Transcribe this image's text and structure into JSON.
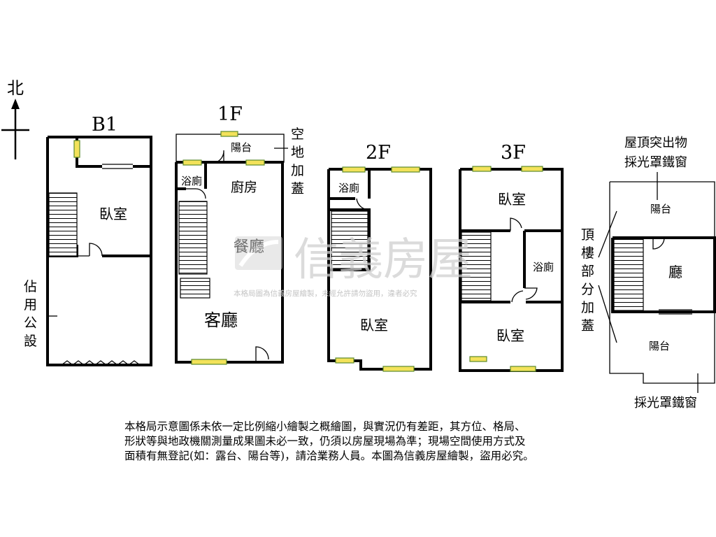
{
  "compass": {
    "label": "北"
  },
  "floors": {
    "b1": {
      "title": "B1",
      "rooms": {
        "bedroom": "臥室"
      },
      "side_note": [
        "佔",
        "用",
        "公",
        "設"
      ]
    },
    "f1": {
      "title": "1F",
      "rooms": {
        "balcony": "陽台",
        "bath": "浴廁",
        "kitchen": "廚房",
        "dining": "餐廳",
        "living": "客廳"
      },
      "side_note": [
        "空",
        "地",
        "加",
        "蓋"
      ]
    },
    "f2": {
      "title": "2F",
      "rooms": {
        "bath": "浴廁",
        "bedroom": "臥室"
      }
    },
    "f3": {
      "title": "3F",
      "rooms": {
        "bedroom_top": "臥室",
        "bath": "浴廁",
        "bedroom_bottom": "臥室"
      }
    },
    "roof": {
      "title_lines": [
        "屋頂突出物",
        "採光罩鐵窗"
      ],
      "rooms": {
        "balcony_top": "陽台",
        "hall": "廳",
        "balcony_bottom": "陽台"
      },
      "side_note": [
        "頂",
        "樓",
        "部",
        "分",
        "加",
        "蓋"
      ],
      "bottom_label": "採光罩鐵窗"
    }
  },
  "watermark": {
    "brand": "信義房屋",
    "notice": "本格局圖為信義房屋繪製，未經允許請勿盜用，違者必究"
  },
  "disclaimer": [
    "本格局示意圖係未依一定比例縮小繪製之概繪圖，與實況仍有差距，其方位、格局、",
    "形狀等與地政機關測量成果圖未必一致，仍須以房屋現場為準；現場空間使用方式及",
    "面積有無登記(如：露台、陽台等)，請洽業務人員。本圖為信義房屋繪製，盜用必究。"
  ]
}
